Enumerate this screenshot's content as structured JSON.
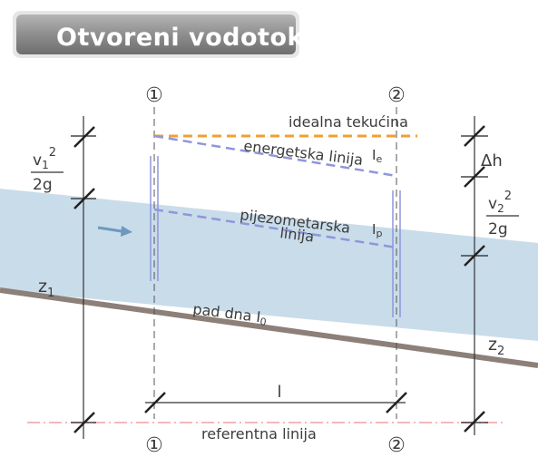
{
  "title": "Otvoreni vodotok",
  "sections": {
    "first": "①",
    "second": "②"
  },
  "lines": {
    "ideal": "idealna tekućina",
    "energy": "energetska linija",
    "energy_symbol": "I",
    "energy_sub": "e",
    "piezo_line1": "pijezometarska",
    "piezo_line2": "linija",
    "piezo_symbol": "I",
    "piezo_sub": "p",
    "bed": "pad dna I",
    "bed_sub": "0",
    "reference": "referentna linija"
  },
  "dimensions": {
    "v1_num": "v",
    "v1_sub": "1",
    "v2_num": "v",
    "v2_sub": "2",
    "sq": "2",
    "den": "2g",
    "delta_h": "Δh",
    "z1": "z",
    "z1_sub": "1",
    "z2": "z",
    "z2_sub": "2",
    "length": "l"
  },
  "colors": {
    "water": "#c9dcea",
    "bed": "#8c8078",
    "energy": "#8f96db",
    "ideal": "#f0a030",
    "reference": "#f0a0a0",
    "flow_arrow": "#6f98bd",
    "title_bg": "#8c8c8c"
  }
}
